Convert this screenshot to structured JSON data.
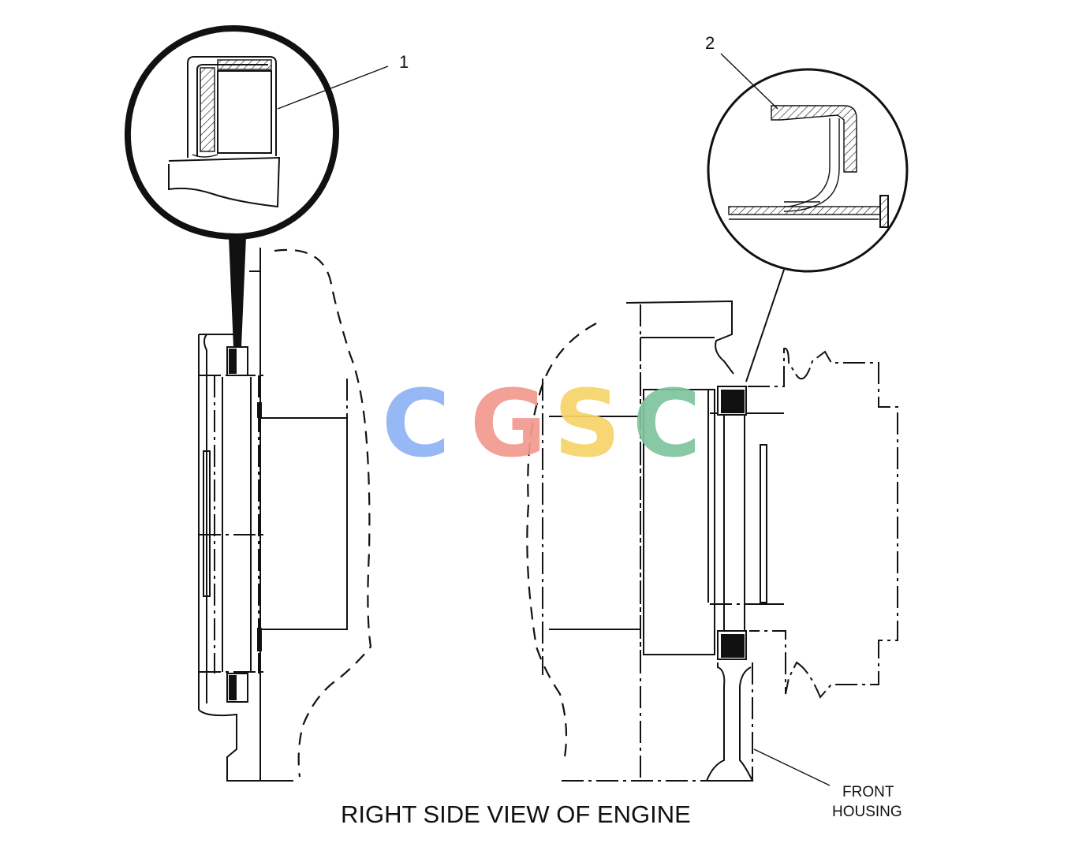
{
  "callouts": {
    "one": "1",
    "two": "2"
  },
  "labels": {
    "front_housing_line1": "FRONT",
    "front_housing_line2": "HOUSING"
  },
  "caption": "RIGHT SIDE VIEW OF ENGINE",
  "watermark": {
    "letters": [
      "C",
      "G",
      "S",
      "C"
    ],
    "colors": [
      "#8fb3f5",
      "#f3998f",
      "#f7d56a",
      "#7fc49f"
    ]
  },
  "icons": [
    "detail-magnifier-circle",
    "seal-cross-section",
    "engine-outline"
  ]
}
